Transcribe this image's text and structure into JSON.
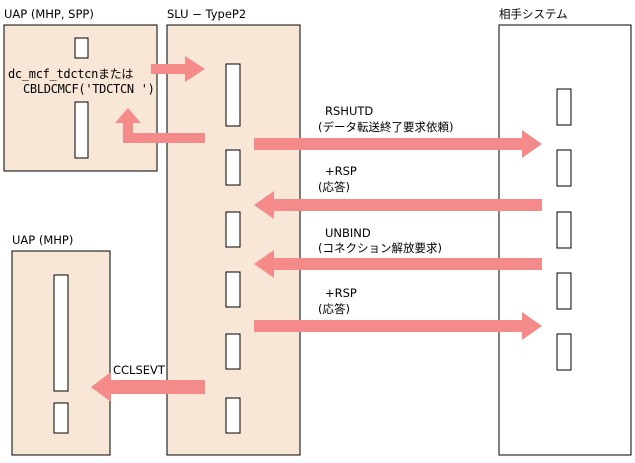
{
  "participants": {
    "uap_top": "UAP (MHP, SPP)",
    "slu": "SLU − TypeP2",
    "partner": "相手システム",
    "uap_bottom": "UAP (MHP)"
  },
  "call": {
    "line1": "dc_mcf_tdctcnまたは",
    "line2": "CBLDCMCF('TDCTCN ')"
  },
  "messages": [
    {
      "line1": "RSHUTD",
      "line2": "(データ転送終了要求依頼)"
    },
    {
      "line1": "+RSP",
      "line2": "(応答)"
    },
    {
      "line1": "UNBIND",
      "line2": "(コネクション解放要求)"
    },
    {
      "line1": "+RSP",
      "line2": "(応答)"
    }
  ],
  "event": {
    "label": "CCLSEVT"
  },
  "colors": {
    "panel_fill": "#f8e6d6",
    "arrow": "#f48a8a",
    "stroke": "#000000"
  }
}
